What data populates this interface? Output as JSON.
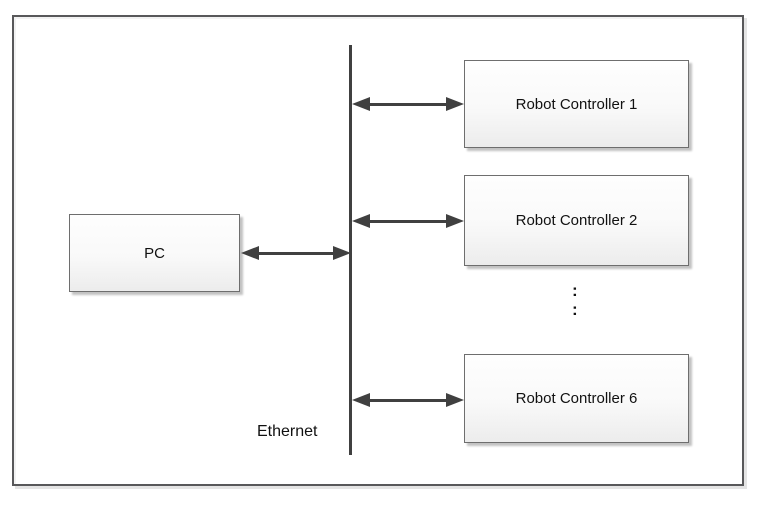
{
  "diagram": {
    "pc": {
      "label": "PC"
    },
    "bus": {
      "label": "Ethernet"
    },
    "controllers": [
      {
        "label": "Robot Controller 1"
      },
      {
        "label": "Robot Controller 2"
      },
      {
        "label": "Robot Controller 6"
      }
    ],
    "ellipsis": [
      ":",
      ":"
    ],
    "colors": {
      "line": "#404040",
      "box_border": "#6e6e6e",
      "box_fill_top": "#fefefe",
      "box_fill_bottom": "#ececec",
      "frame_border": "#58585a",
      "text": "#111111"
    }
  }
}
